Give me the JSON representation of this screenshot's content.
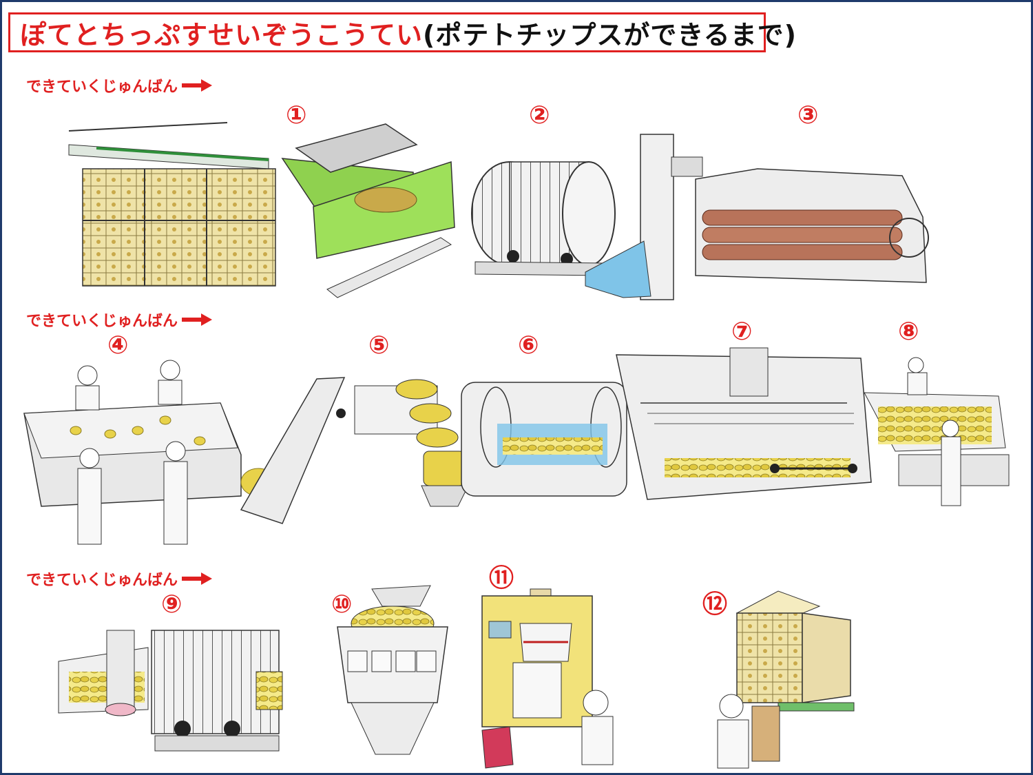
{
  "title": {
    "part1": "ぽてとちっぷすせいぞうこうてい",
    "part2": "(ポテトチップスができるまで)"
  },
  "order_label": "できていくじゅんばん",
  "steps": [
    "①",
    "②",
    "③",
    "④",
    "⑤",
    "⑥",
    "⑦",
    "⑧",
    "⑨",
    "⑩",
    "⑪",
    "⑫"
  ],
  "colors": {
    "accent_red": "#e02020",
    "frame_blue": "#1f3a6b",
    "potato_yellow": "#e8d24a",
    "machine_green": "#8fd14f",
    "roller_brown": "#b8735a",
    "water_blue": "#7fc4e8",
    "box_cream": "#efe3a8"
  }
}
